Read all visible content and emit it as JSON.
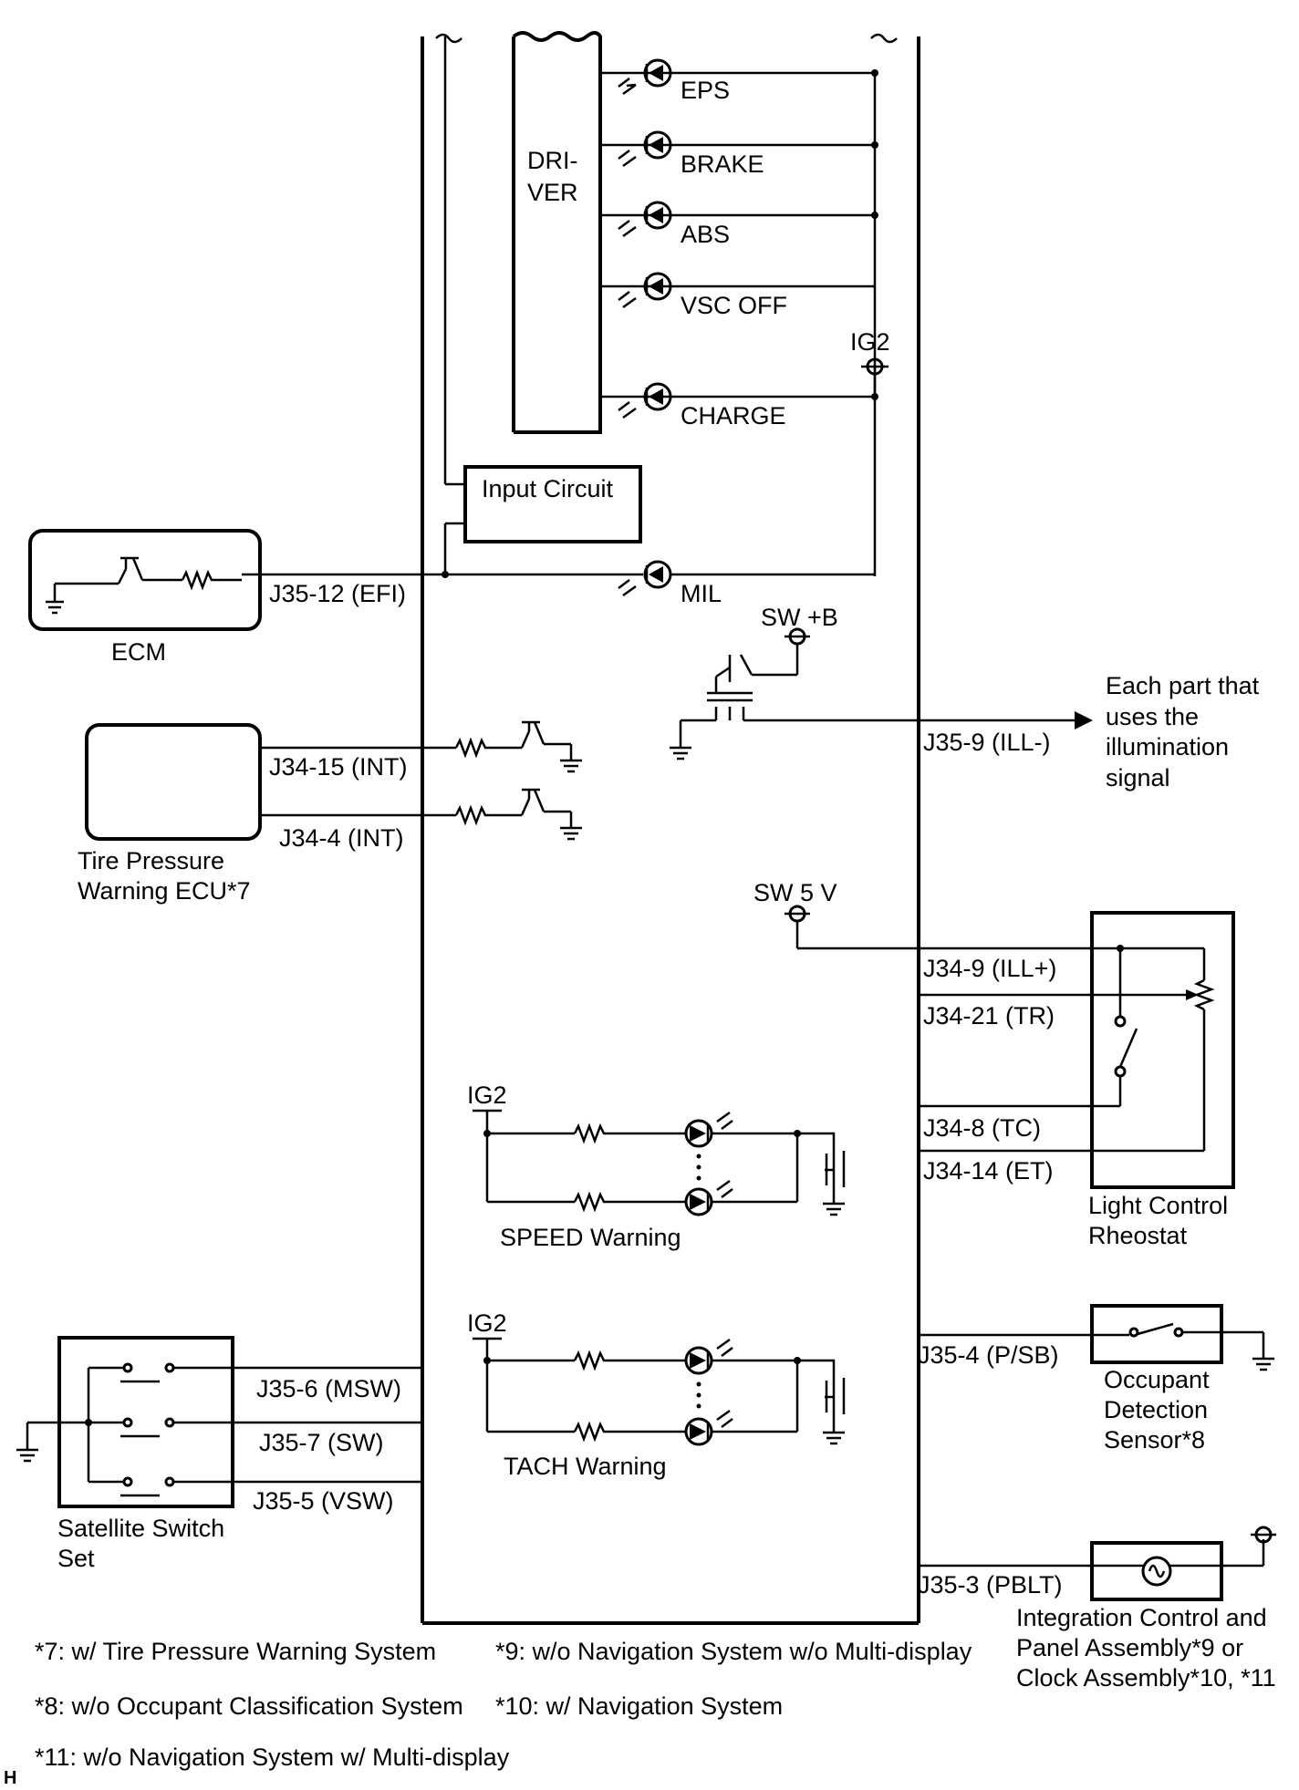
{
  "blocks": {
    "driver": "DRI-\nVER",
    "input_circuit": "Input Circuit"
  },
  "lamps": {
    "eps": "EPS",
    "brake": "BRAKE",
    "abs": "ABS",
    "vsc_off": "VSC OFF",
    "charge": "CHARGE",
    "mil": "MIL"
  },
  "power": {
    "ig2_top": "IG2",
    "sw_b": "SW +B",
    "sw_5v": "SW 5 V",
    "ig2_speed": "IG2",
    "ig2_tach": "IG2"
  },
  "pins": {
    "j35_12": "J35-12 (EFI)",
    "j34_15": "J34-15 (INT)",
    "j34_4": "J34-4 (INT)",
    "j35_9": "J35-9 (ILL-)",
    "j34_9": "J34-9 (ILL+)",
    "j34_21": "J34-21 (TR)",
    "j34_8": "J34-8 (TC)",
    "j34_14": "J34-14 (ET)",
    "j35_6": "J35-6 (MSW)",
    "j35_7": "J35-7 (SW)",
    "j35_5": "J35-5 (VSW)",
    "j35_4": "J35-4 (P/SB)",
    "j35_3": "J35-3 (PBLT)"
  },
  "components": {
    "ecm": "ECM",
    "tpw_ecu": [
      "Tire Pressure",
      "Warning ECU*7"
    ],
    "illum_target": [
      "Each part that",
      "uses the",
      "illumination",
      "signal"
    ],
    "light_rheostat": [
      "Light Control",
      "Rheostat"
    ],
    "occupant_sensor": [
      "Occupant",
      "Detection",
      "Sensor*8"
    ],
    "satellite_switch": [
      "Satellite Switch",
      "Set"
    ],
    "integration_panel": [
      "Integration Control and",
      "Panel Assembly*9 or",
      "Clock Assembly*10, *11"
    ]
  },
  "warnings": {
    "speed": "SPEED Warning",
    "tach": "TACH Warning"
  },
  "notes": {
    "n7": "*7: w/ Tire Pressure Warning System",
    "n8": "*8: w/o Occupant Classification System",
    "n9": "*9: w/o Navigation System w/o Multi-display",
    "n10": "*10: w/ Navigation System",
    "n11": "*11: w/o Navigation System w/ Multi-display"
  },
  "corner_mark": "H"
}
